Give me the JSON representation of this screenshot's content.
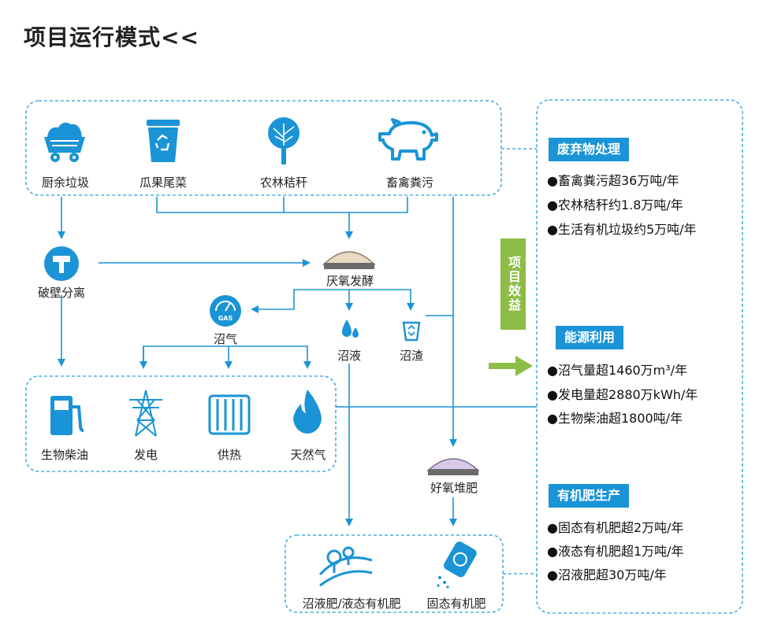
{
  "title": "项目运行模式<<",
  "colors": {
    "accent": "#1a94d6",
    "benefit_green": "#8dbd47",
    "dash": "#4aaee0"
  },
  "inputs": [
    {
      "label": "厨余垃圾",
      "icon": "food-waste-cart-icon"
    },
    {
      "label": "瓜果尾菜",
      "icon": "recycle-bin-icon"
    },
    {
      "label": "农林秸秆",
      "icon": "tree-icon"
    },
    {
      "label": "畜禽粪污",
      "icon": "pig-icon"
    }
  ],
  "nodes": {
    "separation": "破壁分离",
    "anaerobic": "厌氧发酵",
    "biogas": "沼气",
    "biogas_liquid": "沼液",
    "biogas_residue": "沼渣",
    "aerobic_compost": "好氧堆肥"
  },
  "energy_outputs": [
    {
      "label": "生物柴油",
      "icon": "fuel-pump-icon"
    },
    {
      "label": "发电",
      "icon": "power-tower-icon"
    },
    {
      "label": "供热",
      "icon": "radiator-icon"
    },
    {
      "label": "天然气",
      "icon": "flame-icon"
    }
  ],
  "fertilizer_outputs": [
    {
      "label": "沼液肥/液态有机肥",
      "icon": "field-tree-icon"
    },
    {
      "label": "固态有机肥",
      "icon": "fertilizer-bag-icon"
    }
  ],
  "benefit_label": "项目效益",
  "sections": [
    {
      "tag": "废弃物处理",
      "items": [
        "●畜禽粪污超36万吨/年",
        "●农林秸秆约1.8万吨/年",
        "●生活有机垃圾约5万吨/年"
      ]
    },
    {
      "tag": "能源利用",
      "items": [
        "●沼气量超1460万m³/年",
        "●发电量超2880万kWh/年",
        "●生物柴油超1800吨/年"
      ]
    },
    {
      "tag": "有机肥生产",
      "items": [
        "●固态有机肥超2万吨/年",
        "●液态有机肥超1万吨/年",
        "●沼液肥超30万吨/年"
      ]
    }
  ]
}
